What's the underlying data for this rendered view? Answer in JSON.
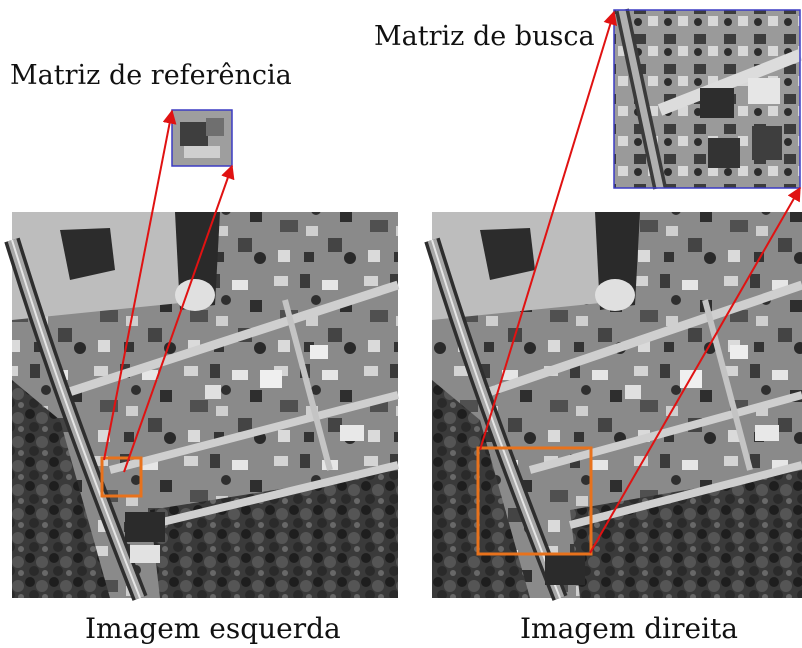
{
  "labels": {
    "reference_matrix": "Matriz de referência",
    "search_matrix": "Matriz de busca",
    "left_image": "Imagem esquerda",
    "right_image": "Imagem direita"
  },
  "colors": {
    "window_border": "#e8721c",
    "inset_border": "#3b3bc4",
    "arrow": "#e01212"
  }
}
